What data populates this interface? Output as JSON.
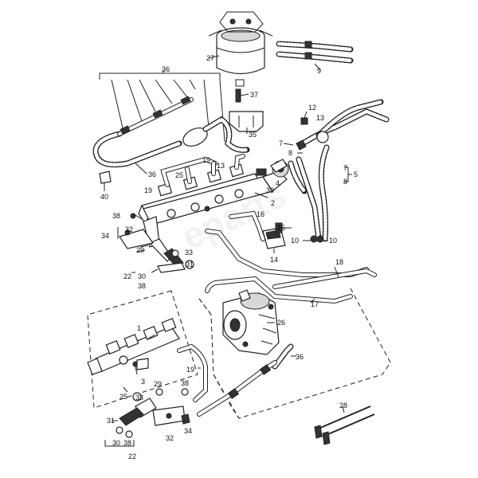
{
  "watermark": "eparts",
  "callouts": {
    "c27": "27",
    "c9": "9",
    "c36a": "36",
    "c37": "37",
    "c35": "35",
    "c12": "12",
    "c13a": "13",
    "c7": "7",
    "c8a": "8",
    "c7b": "7",
    "c8b": "8",
    "c5": "5",
    "c40": "40",
    "c36b": "36",
    "c19a": "19",
    "c25a": "25",
    "c13b": "13",
    "c4": "4",
    "c39": "39",
    "c2": "2",
    "c19b": "19",
    "c38a": "38",
    "c16": "16",
    "c15": "15",
    "c10a": "10",
    "c10b": "10",
    "c14": "14",
    "c34a": "34",
    "c32a": "32",
    "c29a": "29",
    "c33a": "33",
    "c31a": "31",
    "c22a": "22",
    "c30a": "30",
    "c38b": "38",
    "c18": "18",
    "c17": "17",
    "c26": "26",
    "c1": "1",
    "c36c": "36",
    "c19c": "19",
    "c3": "3",
    "c25b": "25",
    "c29b": "29",
    "c38c": "38",
    "c33b": "33",
    "c31b": "31",
    "c32b": "32",
    "c34b": "34",
    "c30b": "30",
    "c38d": "38",
    "c22b": "22",
    "c28": "28"
  },
  "colors": {
    "line": "#222222",
    "background": "#ffffff",
    "watermark": "#e4ece4"
  }
}
